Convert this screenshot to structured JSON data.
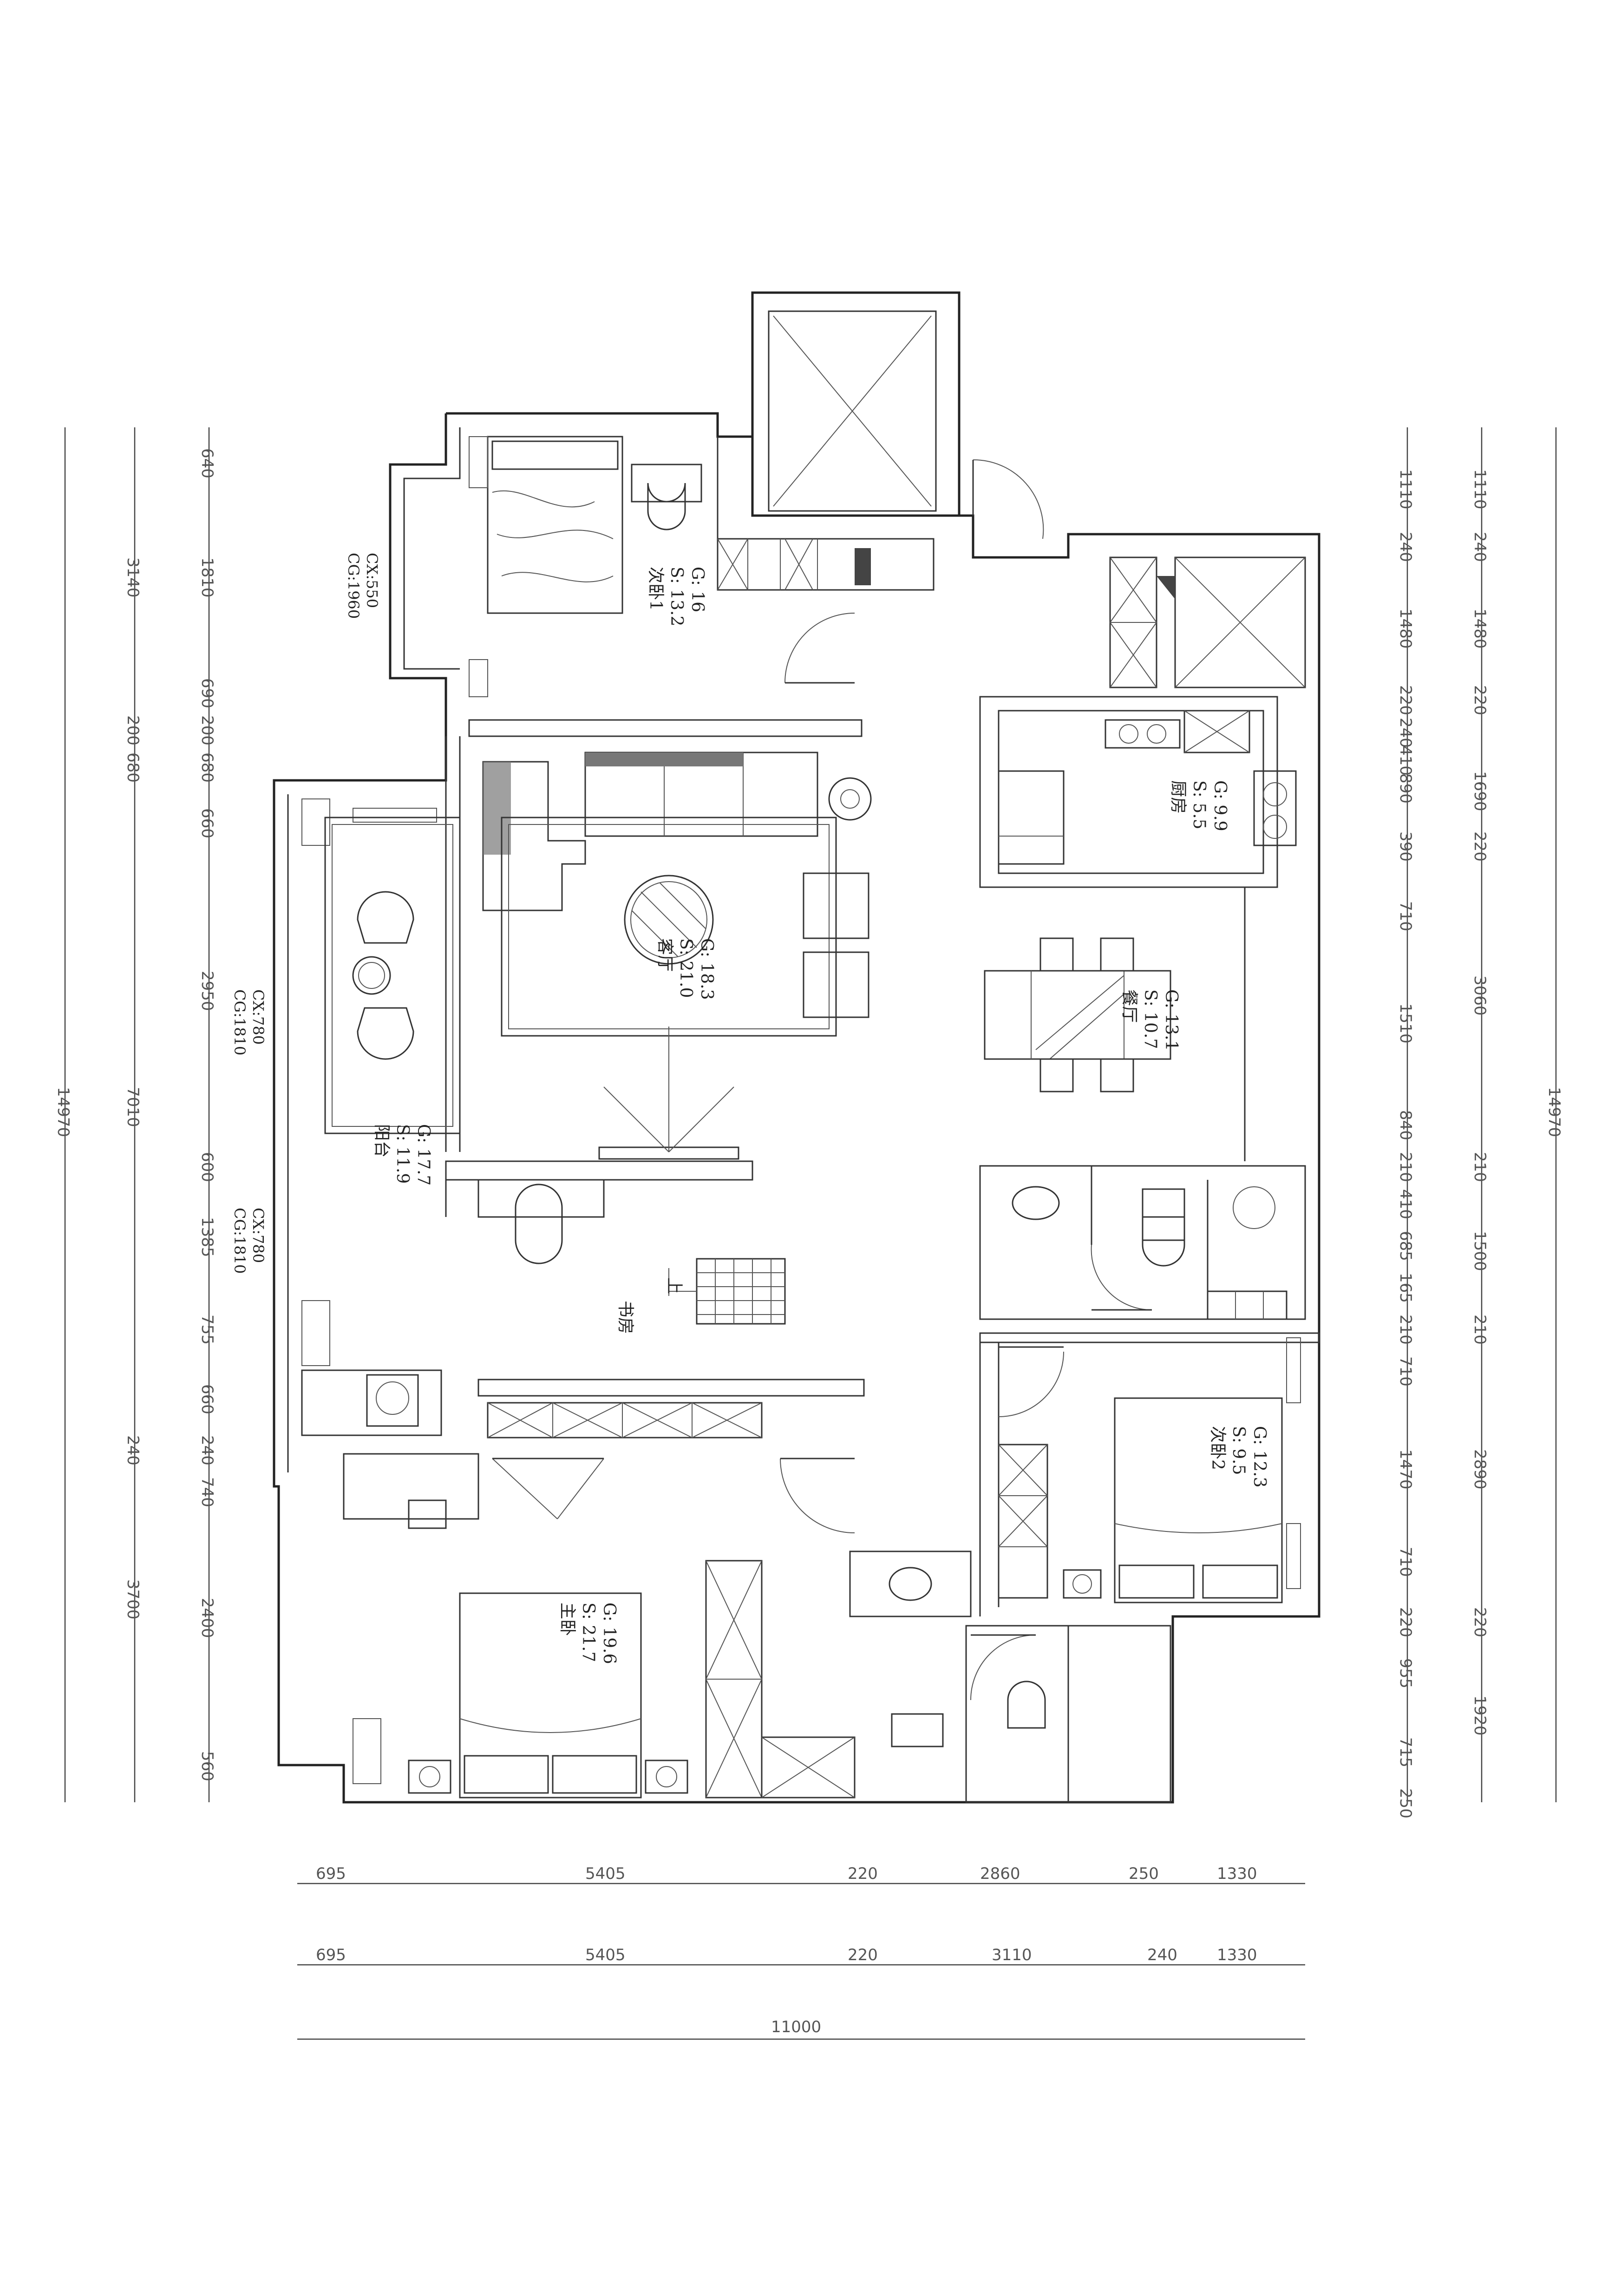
{
  "rooms": {
    "bedroom2_1": {
      "name": "次卧1",
      "s": "S: 13.2",
      "g": "G: 16"
    },
    "living": {
      "name": "客厅",
      "s": "S: 21.0",
      "g": "G: 18.3"
    },
    "kitchen": {
      "name": "厨房",
      "s": "S: 5.5",
      "g": "G: 9.9"
    },
    "dining": {
      "name": "餐厅",
      "s": "S: 10.7",
      "g": "G: 13.1"
    },
    "balcony": {
      "name": "阳台",
      "s": "S: 11.9",
      "g": "G: 17.7"
    },
    "study": {
      "name": "书房"
    },
    "bedroom2_2": {
      "name": "次卧2",
      "s": "S: 9.5",
      "g": "G: 12.3"
    },
    "master": {
      "name": "主卧",
      "s": "S: 21.7",
      "g": "G: 19.6"
    }
  },
  "stair_label": "上",
  "window_notes": {
    "top_left": {
      "cx": "CX:550",
      "cg": "CG:1960"
    },
    "balcony_a": {
      "cx": "CX:780",
      "cg": "CG:1810"
    },
    "balcony_b": {
      "cx": "CX:780",
      "cg": "CG:1810"
    }
  },
  "dims_bottom_row1": [
    "695",
    "5405",
    "220",
    "2860",
    "250",
    "1330"
  ],
  "dims_bottom_row2": [
    "695",
    "5405",
    "220",
    "3110",
    "240",
    "1330"
  ],
  "dims_bottom_total": "11000",
  "dims_left_total": "14970",
  "dims_left_mid": [
    "3140",
    "7010",
    "240",
    "3700"
  ],
  "dims_left_mid_b": [
    "200",
    "680"
  ],
  "dims_left_inner": [
    "640",
    "1810",
    "690",
    "200",
    "680",
    "660",
    "2950",
    "600",
    "1385",
    "755",
    "660",
    "240",
    "740",
    "2400",
    "560"
  ],
  "dims_right_inner": [
    "1110",
    "240",
    "1480",
    "220",
    "240",
    "410",
    "890",
    "390",
    "710",
    "1510",
    "840",
    "210",
    "410",
    "685",
    "165",
    "210",
    "710",
    "1470",
    "710",
    "220",
    "955",
    "715",
    "250"
  ],
  "dims_right_mid": [
    "1110",
    "240",
    "1480",
    "220",
    "1690",
    "220",
    "3060",
    "210",
    "1500",
    "210",
    "2890",
    "220",
    "1920"
  ],
  "dims_right_total": "14970"
}
